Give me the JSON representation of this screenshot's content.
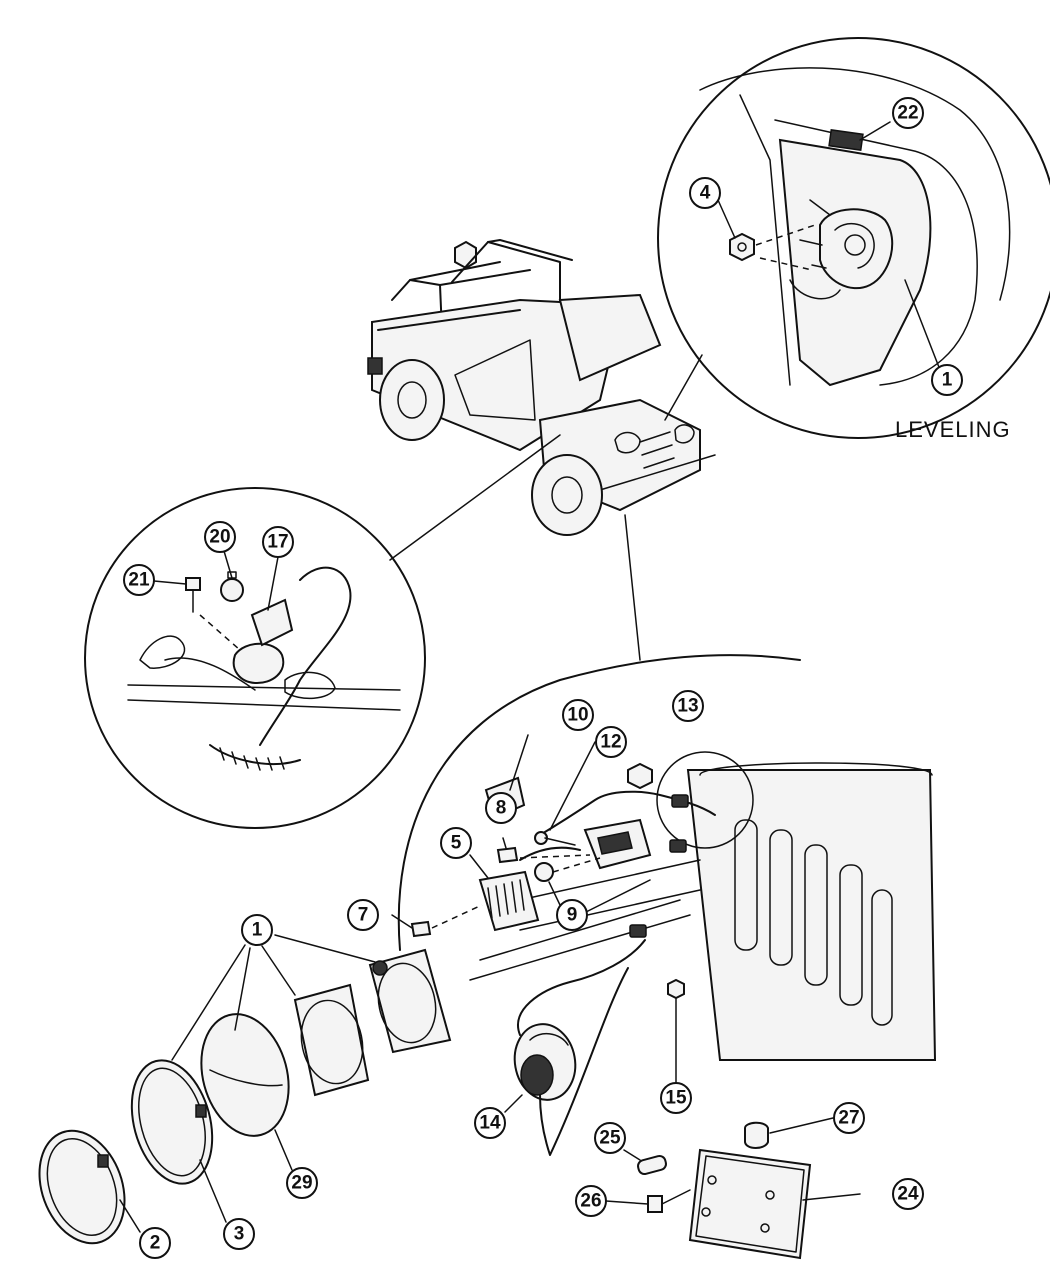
{
  "diagram": {
    "caption": "LEVELING",
    "callouts": {
      "c22": "22",
      "c4": "4",
      "c1_leveling": "1",
      "c20": "20",
      "c17": "17",
      "c21": "21",
      "c10": "10",
      "c13": "13",
      "c12": "12",
      "c8": "8",
      "c5": "5",
      "c9": "9",
      "c7": "7",
      "c1_main": "1",
      "c29": "29",
      "c14": "14",
      "c15": "15",
      "c27": "27",
      "c25": "25",
      "c24": "24",
      "c26": "26",
      "c2": "2",
      "c3": "3"
    }
  }
}
